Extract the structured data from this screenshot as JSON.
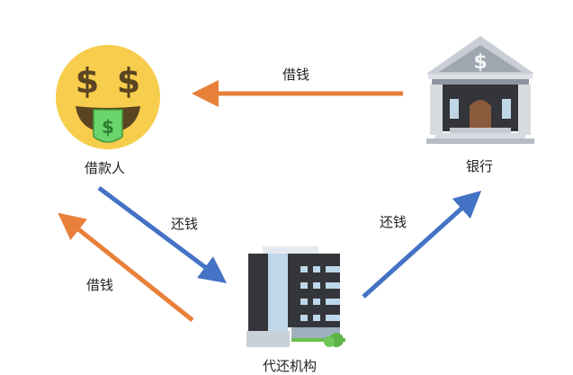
{
  "nodes": {
    "borrower": {
      "label": "借款人",
      "icon": "money-mouth-face-icon"
    },
    "bank": {
      "label": "银行",
      "icon": "bank-building-icon"
    },
    "agency": {
      "label": "代还机构",
      "icon": "office-building-icon"
    }
  },
  "edges": [
    {
      "from": "bank",
      "to": "borrower",
      "label": "借钱",
      "color": "#E8803A"
    },
    {
      "from": "borrower",
      "to": "agency",
      "label": "还钱",
      "color": "#4472C4"
    },
    {
      "from": "agency",
      "to": "borrower",
      "label": "借钱",
      "color": "#E8803A"
    },
    {
      "from": "agency",
      "to": "bank",
      "label": "还钱",
      "color": "#4472C4"
    }
  ],
  "colors": {
    "orange": "#E8803A",
    "blue": "#4472C4",
    "emoji_yellow": "#F6CD4C",
    "dark_brown": "#5B4421",
    "money_green": "#6BD46B"
  }
}
